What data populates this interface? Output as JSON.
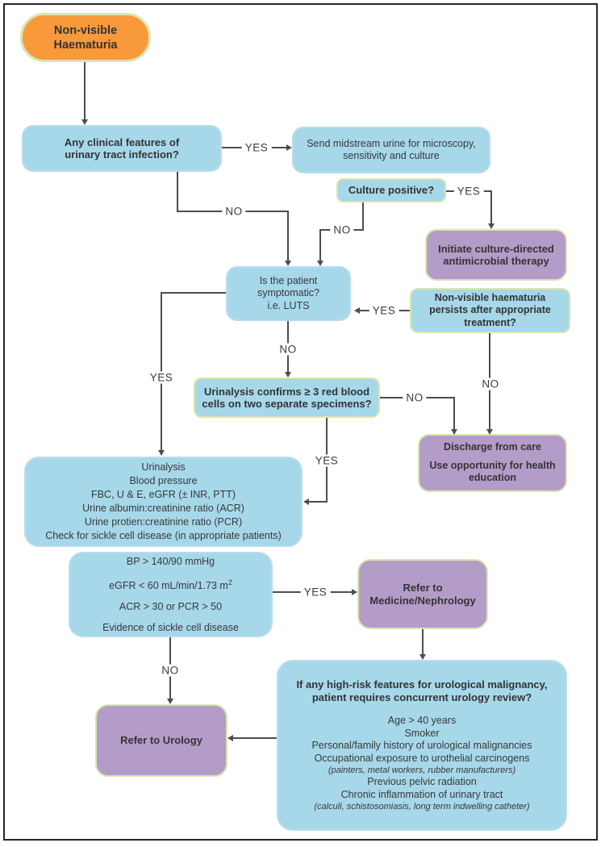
{
  "palette": {
    "orange": "#f8993b",
    "blue": "#a6d8ea",
    "purple": "#b49cc9",
    "box_border_green": "#d9e6ae",
    "box_border_blue": "#b9dcec",
    "line": "#4d4d4d",
    "text": "#383838"
  },
  "edge_labels": {
    "uti_yes": "YES",
    "uti_no": "NO",
    "culture_yes": "YES",
    "culture_no": "NO",
    "persists_yes": "YES",
    "persists_no": "NO",
    "symptomatic_yes": "YES",
    "symptomatic_no": "NO",
    "rbc_yes": "YES",
    "rbc_no": "NO",
    "criteria_yes": "YES",
    "criteria_no": "NO"
  },
  "nodes": {
    "start": {
      "lines": [
        "Non-visible",
        "Haematuria"
      ]
    },
    "uti_question": {
      "lines": [
        "Any clinical features of",
        "urinary tract infection?"
      ]
    },
    "send_msu": {
      "lines": [
        "Send midstream urine for microscopy,",
        "sensitivity and culture"
      ]
    },
    "culture_question": {
      "label": "Culture positive?"
    },
    "initiate_therapy": {
      "lines": [
        "Initiate culture-directed",
        "antimicrobial therapy"
      ]
    },
    "symptomatic_question": {
      "lines": [
        "Is the patient",
        "symptomatic?",
        "i.e. LUTS"
      ]
    },
    "persists_question": {
      "lines": [
        "Non-visible haematuria",
        "persists after appropriate",
        "treatment?"
      ]
    },
    "rbc_question": {
      "lines": [
        "Urinalysis confirms ≥ 3 red blood",
        "cells on two separate specimens?"
      ]
    },
    "discharge": {
      "lines": [
        "Discharge from care",
        "Use opportunity for health education"
      ]
    },
    "workup": {
      "lines": [
        "Urinalysis",
        "Blood pressure",
        "FBC, U & E, eGFR (± INR, PTT)",
        "Urine albumin:creatinine ratio (ACR)",
        "Urine protien:creatinine ratio (PCR)",
        "Check for sickle cell disease (in appropriate patients)"
      ]
    },
    "criteria": {
      "lines": [
        "BP > 140/90 mmHg",
        "eGFR < 60 mL/min/1.73 m",
        "ACR > 30 or PCR > 50",
        "Evidence of sickle cell disease"
      ],
      "superscript": "2"
    },
    "refer_medicine": {
      "lines": [
        "Refer to",
        "Medicine/Nephrology"
      ]
    },
    "refer_urology": {
      "label": "Refer to Urology"
    },
    "highrisk": {
      "title_lines": [
        "If any high-risk features for urological malignancy,",
        "patient requires concurrent urology review?"
      ],
      "items": [
        "Age > 40 years",
        "Smoker",
        "Personal/family history of urological malignancies",
        "Occupational exposure to urothelial carcinogens",
        "(painters, metal workers, rubber manufacturers)",
        "Previous pelvic radiation",
        "Chronic inflammation of urinary tract",
        "(calculi, schistosomiasis, long term indwelling catheter)"
      ]
    }
  }
}
